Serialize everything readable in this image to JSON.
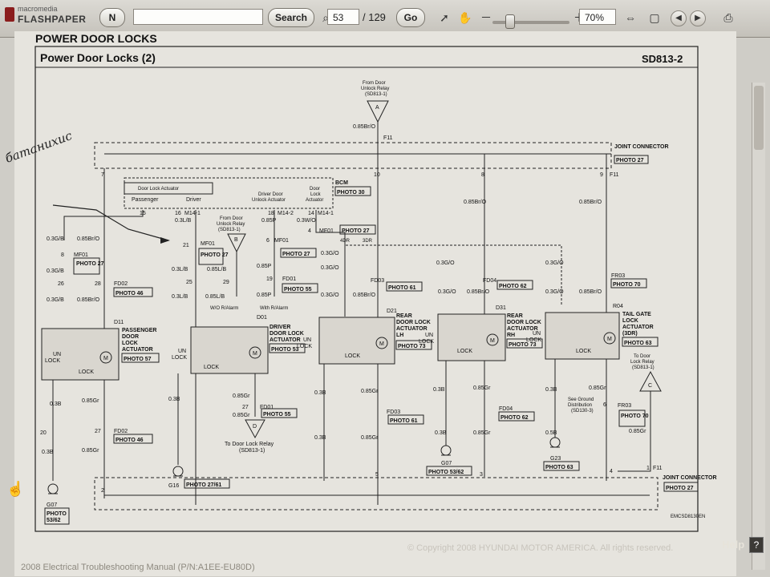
{
  "toolbar": {
    "logo_small": "macromedia",
    "logo_large": "FLASHPAPER",
    "n_button": "N",
    "search_button": "Search",
    "page_current": "53",
    "page_total": "/ 129",
    "go_button": "Go",
    "zoom_value": "70%",
    "icons": [
      "search-icon",
      "select-tool-icon",
      "pan-tool-icon",
      "zoom-out-icon",
      "zoom-slider",
      "zoom-in-icon",
      "fit-width-icon",
      "fit-page-icon",
      "prev-page-icon",
      "next-page-icon",
      "print-icon"
    ]
  },
  "document": {
    "section_title": "POWER DOOR LOCKS",
    "frame_title": "Power Door Locks (2)",
    "frame_code": "SD813-2",
    "image_code": "EMCSD8130EN",
    "handwriting": "батанихис",
    "labels": {
      "from_relay_top": [
        "From Door",
        "Unlock Relay",
        "(SD813-1)"
      ],
      "connector_a": "A",
      "wire_top": "0.85Br/O",
      "f11_top": "F11",
      "joint_connector_top": "JOINT CONNECTOR",
      "photo27": "PHOTO 27",
      "pin7_left": "7",
      "pin10": "10",
      "pin8": "8",
      "pin9": "9",
      "f11_right": "F11",
      "bcm": "BCM",
      "photo30": "PHOTO 30",
      "door_lock_actuator": "Door Lock Actuator",
      "passenger": "Passenger",
      "driver": "Driver",
      "driver_door_unlock_actuator": [
        "Driver Door",
        "Unlock Actuator"
      ],
      "door_lock_actuator_bcm": [
        "Door",
        "Lock",
        "Actuator"
      ],
      "pin15": "15",
      "pin16": "16",
      "m14_1": "M14-1",
      "pin18": "18",
      "m14_2": "M14-2",
      "pin14": "14",
      "m14_1b": "M14-1",
      "wire_03lb": "0.3L/B",
      "wire_085p": "0.85P",
      "wire_03wo": "0.3W/O",
      "from_unlock_relay_mid": [
        "From Door",
        "Unlock Relay",
        "(SD813-1)"
      ],
      "connector_b": "B",
      "mf01_pin4": "4",
      "mf01": "MF01",
      "photo27b": "PHOTO 27",
      "tag_4dr": "4DR",
      "tag_3dr": "3DR",
      "wire_03gb": "0.3G/B",
      "wire_085bro": "0.85Br/O",
      "pin21": "21",
      "mf01_b": "MF01",
      "photo27c": "PHOTO 27",
      "pin6": "6",
      "mf01_c": "MF01",
      "photo27d": "PHOTO 27",
      "pin1": "1",
      "photo27e": "PHOTO 27",
      "pin25": "25",
      "wire_085lb": "0.85L/B",
      "pin26": "26",
      "pin28": "28",
      "fd02": "FD02",
      "photo46": "PHOTO 46",
      "pin29": "29",
      "pin19": "19",
      "fd01": "FD01",
      "photo55": "PHOTO 55",
      "wo_alarm": "W/O R/Alarm",
      "w_alarm": "With R/Alarm",
      "d01": "D01",
      "wire_03go": "0.3G/O",
      "wire_085bro2": "0.85Br/O",
      "fd03": "FD03",
      "photo61": "PHOTO 61",
      "fd04": "FD04",
      "photo62": "PHOTO 62",
      "fr03": "FR03",
      "photo70": "PHOTO 70",
      "d11": "D11",
      "d21": "D21",
      "d31": "D31",
      "r04": "R04",
      "passenger_actuator": [
        "PASSENGER",
        "DOOR",
        "LOCK",
        "ACTUATOR"
      ],
      "photo57": "PHOTO 57",
      "driver_actuator": [
        "DRIVER",
        "DOOR LOCK",
        "ACTUATOR"
      ],
      "photo53": "PHOTO 53",
      "rear_lh_actuator": [
        "REAR",
        "DOOR LOCK",
        "ACTUATOR",
        "LH"
      ],
      "photo73a": "PHOTO 73",
      "rear_rh_actuator": [
        "REAR",
        "DOOR LOCK",
        "ACTUATOR",
        "RH"
      ],
      "photo73b": "PHOTO 73",
      "tailgate_actuator": [
        "TAIL GATE",
        "LOCK",
        "ACTUATOR",
        "(3DR)"
      ],
      "photo63": "PHOTO 63",
      "unlock": [
        "UN",
        "LOCK"
      ],
      "lock": "LOCK",
      "m": "M",
      "to_door_lock_relay_right": [
        "To Door",
        "Lock Relay",
        "(SD813-1)"
      ],
      "connector_c": "C",
      "wire_03b": "0.3B",
      "wire_085gr": "0.85Gr",
      "pin27": "27",
      "pin20": "20",
      "pin3": "3",
      "pin5": "5",
      "pin2": "2",
      "fd01b": "FD01",
      "photo55b": "PHOTO 55",
      "to_door_lock_relay_mid": [
        "To Door Lock Relay",
        "(SD813-1)"
      ],
      "connector_d": "D",
      "fd03b": "FD03",
      "photo61b": "PHOTO 61",
      "fd04b": "FD04",
      "photo62b": "PHOTO 62",
      "fr03b": "FR03",
      "photo70b": "PHOTO 70",
      "see_ground": [
        "See Ground",
        "Distribution",
        "(SD130-3)"
      ],
      "pin_b6": "6",
      "wire_05b": "0.5B",
      "g23": "G23",
      "photo63b": "PHOTO 63",
      "g07": "G07",
      "photo5362": "PHOTO 53/62",
      "g16": "G16",
      "photo2761": "PHOTO 27/61",
      "g07b": "G07",
      "photo5362b": "PHOTO",
      "photo5362c": "53/62",
      "joint_connector_bottom": "JOINT CONNECTOR",
      "f11_bottom": "F11",
      "photo27_bottom": "PHOTO 27"
    }
  },
  "footer": {
    "copyright": "© Copyright 2008 HYUNDAI MOTOR AMERICA. All rights reserved.",
    "help": "Help",
    "help_q": "?",
    "bottom_caption": "2008 Electrical Troubleshooting Manual (P/N:A1EE-EU80D)"
  }
}
